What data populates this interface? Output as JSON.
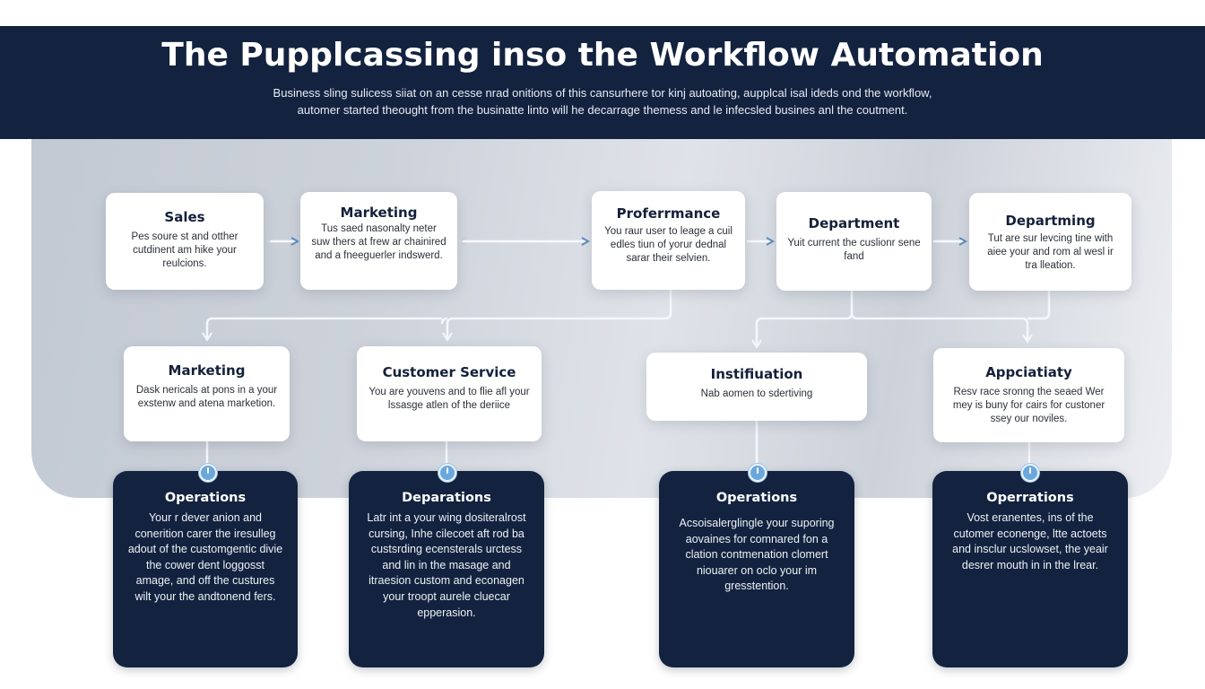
{
  "header": {
    "title": "The Pupplcassing inso the Workflow Automation",
    "subtitle_line1": "Business sling sulicess siiat on an cesse nrad onitions of this cansurhere tor kinj autoating, aupplcal isal ideds ond the workflow,",
    "subtitle_line2": "automer started theought from the businatte linto will he decarrage themess and le infecsled busines anl the coutment."
  },
  "colors": {
    "header_bg": "#13223f",
    "panel_bg": "#cdd2da",
    "card_bg": "#ffffff",
    "dark_card_bg": "#13223f",
    "arrow": "#5d8fbf",
    "node_dot": "#6aa8dc"
  },
  "top_row": [
    {
      "title": "Sales",
      "desc": "Pes soure st and otther cutdinent am hike your reulcions."
    },
    {
      "title": "Marketing",
      "desc": "Tus saed nasonalty neter suw thers at frew ar chainired and a fneeguerler indswerd."
    },
    {
      "title": "Proferrmance",
      "desc": "You raur user to leage a cuil edles tiun of yorur dednal sarar their selvien."
    },
    {
      "title": "Department",
      "desc": "Yuit current the cuslionr sene fand"
    },
    {
      "title": "Departming",
      "desc": "Tut are sur levcing tine with aiee your and rom al wesl ir tra lleation."
    }
  ],
  "middle_row": [
    {
      "title": "Marketing",
      "desc": "Dask nericals at pons in a your exstenw and atena marketion."
    },
    {
      "title": "Customer Service",
      "desc": "You are youvens and to flie afl your lssasge atlen of the deriice"
    },
    {
      "title": "Instifiuation",
      "desc": "Nab aomen to sdertiving"
    },
    {
      "title": "Appciatiaty",
      "desc": "Resv race sronng the seaed Wer mey is buny for cairs for custoner ssey our noviles."
    }
  ],
  "bottom_row": [
    {
      "title": "Operations",
      "desc": "Your r dever anion and conerition carer the iresulleg adout of the customgentic divie the cower dent loggosst amage, and off the custures wilt your the andtonend fers."
    },
    {
      "title": "Deparations",
      "desc": "Latr int a your wing dositeralrost cursing, Inhe cilecoet aft rod ba custsrding ecensterals urctess and lin in the masage and itraesion custom and econagen your troopt aurele cluecar epperasion."
    },
    {
      "title": "Operations",
      "desc": "Acsoisalerglingle your suporing aovaines for comnared fon a clation contmenation clomert niouarer on oclo your im gresstention."
    },
    {
      "title": "Operrations",
      "desc": "Vost eranentes, ins of the cutomer econenge, ltte actoets and insclur ucslowset, the yeair desrer mouth in in the lrear."
    }
  ]
}
